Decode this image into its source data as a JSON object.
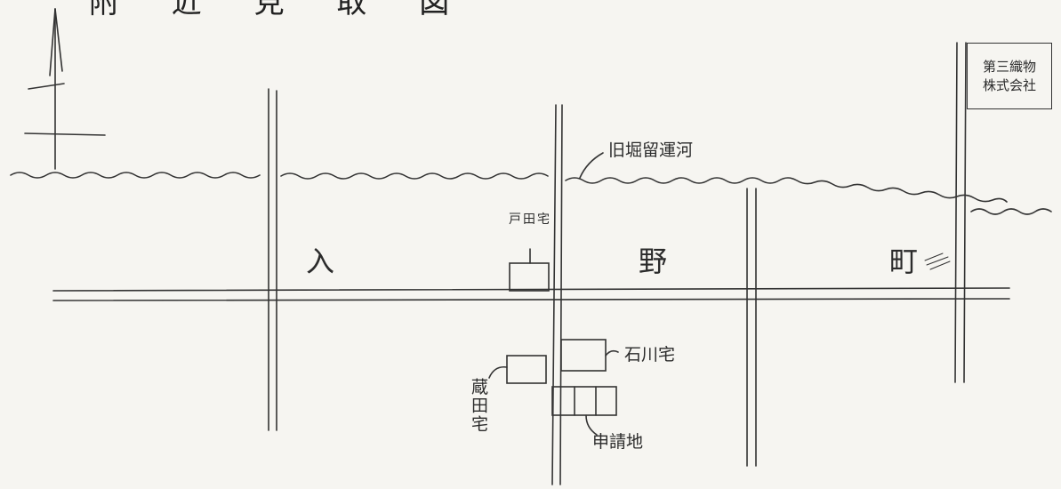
{
  "title": "附 近 見 取 図",
  "labels": {
    "canal": "旧堀留運河",
    "iri": "入",
    "no": "野",
    "machi": "町",
    "house_left": "戸田宅",
    "ishikawa": "石川宅",
    "kurata": "蔵田宅",
    "applicant": "申請地"
  },
  "company": {
    "line1": "第三織物",
    "line2": "株式会社"
  },
  "colors": {
    "ink": "#2b2b2b",
    "paper": "#f6f5f1"
  }
}
